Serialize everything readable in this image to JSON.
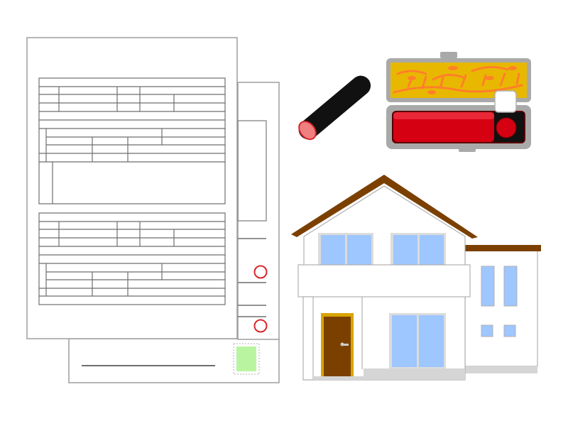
{
  "illustration": {
    "objects": [
      "stacked-documents",
      "registration-form",
      "seal-stamp",
      "seal-case",
      "house"
    ],
    "colors": {
      "paper": "#ffffff",
      "paper_border": "#9e9e9e",
      "form_line": "#6e6e6e",
      "stamp_circle": "#d7262c",
      "revenue_stamp": "#b9f5a0",
      "seal_body": "#111111",
      "seal_face": "#f08080",
      "case_frame": "#a9a9a9",
      "case_pattern": "#e8b800",
      "case_leaf": "#ff7f2a",
      "case_inkpad": "#d50012",
      "roof": "#7b4000",
      "wall": "#ffffff",
      "window_glass": "#9ec6ff",
      "door": "#7b4000",
      "door_frame": "#d9a400"
    }
  }
}
